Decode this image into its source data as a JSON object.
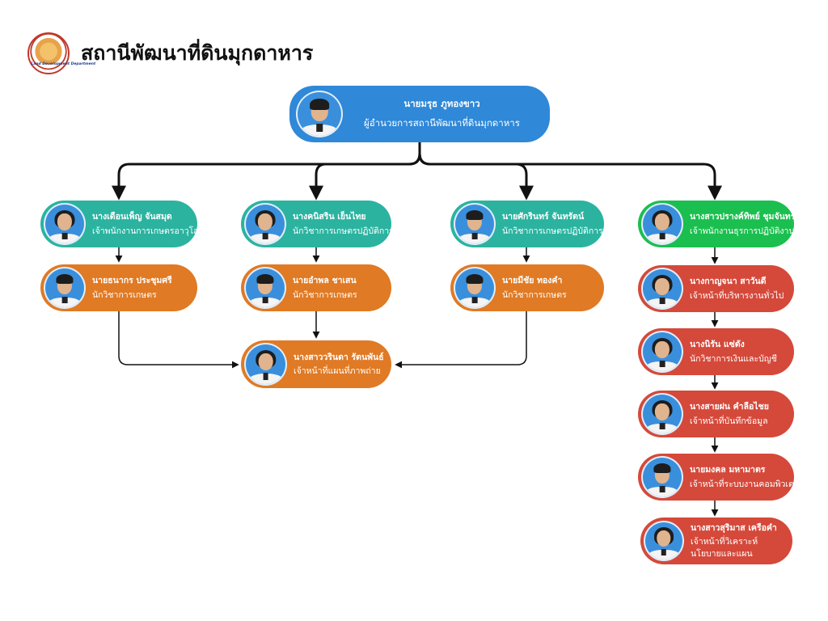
{
  "header": {
    "title": "สถานีพัฒนาที่ดินมุกดาหาร",
    "logo_caption": "Land Development Department"
  },
  "colors": {
    "director": "#2f88d8",
    "lead_teal": "#2bb3a0",
    "lead_green": "#1bbf4f",
    "staff_orange": "#e07a24",
    "staff_red": "#d5493a",
    "connector": "#111111"
  },
  "director": {
    "name": "นายมรุธ ภูทองขาว",
    "position": "ผู้อำนวยการสถานีพัฒนาที่ดินมุกดาหาร"
  },
  "leads": [
    {
      "name": "นางเดือนเพ็ญ จันสมุด",
      "position": "เจ้าพนักงานการเกษตรอาวุโส"
    },
    {
      "name": "นางคนิสริน เย็นไทย",
      "position": "นักวิชาการเกษตรปฏิบัติการ"
    },
    {
      "name": "นายศักรินทร์ จันทรัตน์",
      "position": "นักวิชาการเกษตรปฏิบัติการ"
    },
    {
      "name": "นางสาวปรางค์ทิพย์ ชุมจันทร์",
      "position": "เจ้าพนักงานธุรการปฏิบัติงาน"
    }
  ],
  "staff_orange": [
    {
      "name": "นายธนากร ประชุมศรี",
      "position": "นักวิชาการเกษตร"
    },
    {
      "name": "นายอำพล ชาเสน",
      "position": "นักวิชาการเกษตร"
    },
    {
      "name": "นายมีชัย ทองคำ",
      "position": "นักวิชาการเกษตร"
    }
  ],
  "mapping": {
    "name": "นางสาววรินดา รัตนพันธ์",
    "position": "เจ้าหน้าที่แผนที่ภาพถ่าย"
  },
  "admin_chain": [
    {
      "name": "นางกาญจนา สาวันดี",
      "position": "เจ้าหน้าที่บริหารงานทั่วไป"
    },
    {
      "name": "นางนิรัน แซ่ตัง",
      "position": "นักวิชาการเงินและบัญชี"
    },
    {
      "name": "นางสายฝน คำลือไชย",
      "position": "เจ้าหน้าที่บันทึกข้อมูล"
    },
    {
      "name": "นายมงคล มหามาตร",
      "position": "เจ้าหน้าที่ระบบงานคอมพิวเตอร์"
    },
    {
      "name": "นางสาวสุริมาส เครือคำ",
      "position": "เจ้าหน้าที่วิเคราะห์นโยบายและแผน"
    }
  ]
}
